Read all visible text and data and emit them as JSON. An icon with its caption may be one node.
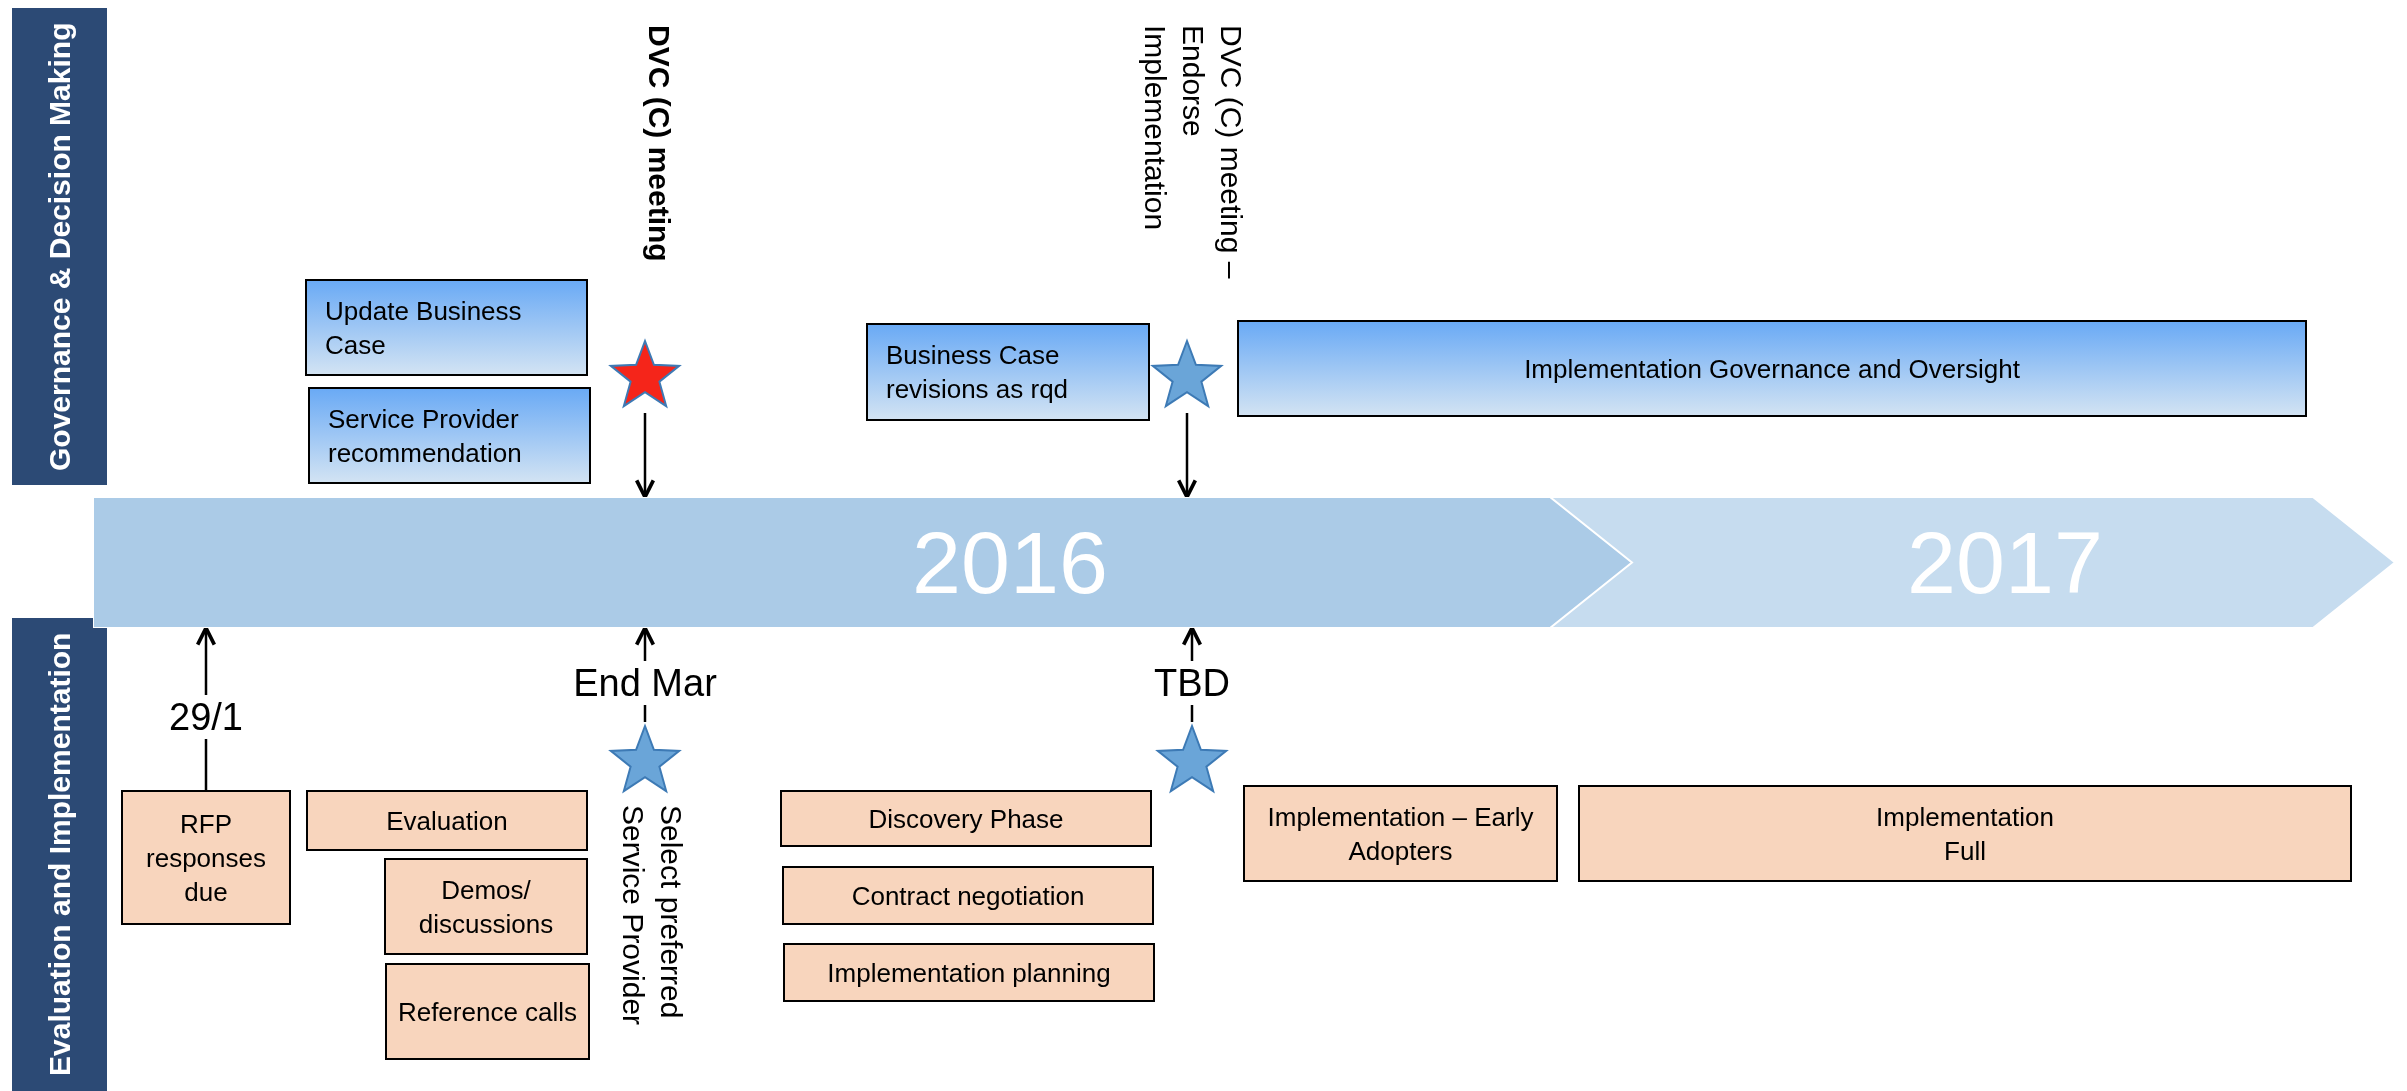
{
  "diagram": {
    "nodes": [
      {
        "text": [
          "Governance & Decision Making"
        ]
      },
      {
        "text": [
          "Evaluation and Implementation"
        ]
      },
      {
        "text": [
          "2016"
        ]
      },
      {
        "text": [
          "2017"
        ]
      },
      {
        "text": [
          "Update Business Case"
        ]
      },
      {
        "text": [
          "Service Provider recommendation"
        ]
      },
      {
        "text": [],
        "shape": "star",
        "beside": [
          "DVC (C) meeting"
        ]
      },
      {
        "text": [
          "Business Case revisions as rqd"
        ]
      },
      {
        "text": [],
        "shape": "star",
        "beside": [
          "DVC (C) meeting – Endorse Implementation"
        ]
      },
      {
        "text": [
          "Implementation Governance and Oversight"
        ]
      },
      {
        "text": [
          "RFP responses due"
        ]
      },
      {
        "text": [
          "Evaluation"
        ]
      },
      {
        "text": [
          "Demos/ discussions"
        ]
      },
      {
        "text": [
          "Reference calls"
        ]
      },
      {
        "text": [],
        "shape": "star",
        "beside": [
          "Select preferred Service Provider"
        ]
      },
      {
        "text": [
          "Discovery Phase"
        ]
      },
      {
        "text": [
          "Contract negotiation"
        ]
      },
      {
        "text": [
          "Implementation planning"
        ]
      },
      {
        "text": [],
        "shape": "star"
      },
      {
        "text": [
          "Implementation – Early Adopters"
        ]
      },
      {
        "text": [
          "Implementation Full"
        ]
      }
    ],
    "edges": [
      {
        "from": 6,
        "to": 2,
        "arrow": "to"
      },
      {
        "from": 8,
        "to": 2,
        "arrow": "to"
      },
      {
        "from": 10,
        "to": 2,
        "arrow": "to",
        "label": "29/1"
      },
      {
        "from": 14,
        "to": 2,
        "arrow": "to",
        "label": "End Mar"
      },
      {
        "from": 18,
        "to": 2,
        "arrow": "to",
        "label": "TBD"
      }
    ]
  }
}
